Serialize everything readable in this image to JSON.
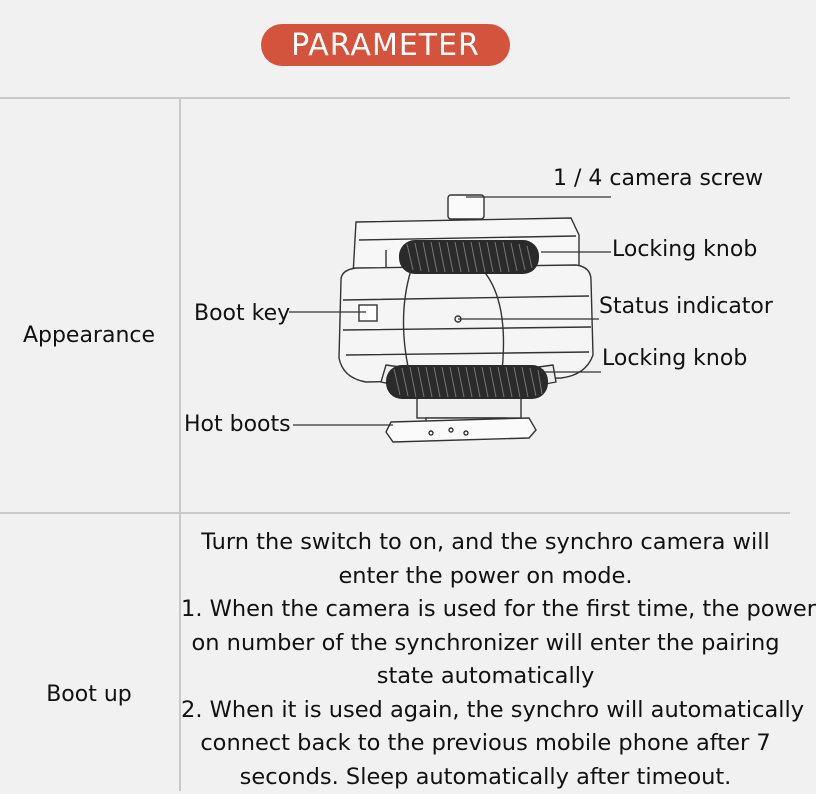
{
  "header": {
    "title": "PARAMETER"
  },
  "rows": [
    {
      "label": "Appearance",
      "callouts": {
        "camera_screw": "1 / 4 camera screw",
        "locking_knob_top": "Locking knob",
        "status_indicator": "Status indicator",
        "locking_knob_bottom": "Locking knob",
        "boot_key": "Boot key",
        "hot_boots": "Hot boots"
      }
    },
    {
      "label": "Boot up",
      "lines": [
        "Turn the switch to on, and the synchro camera will",
        "enter the power on mode.",
        "1. When the camera is used for the first time, the power",
        "on number of the synchronizer will enter the pairing",
        "state automatically",
        "2. When it is used again, the synchro will automatically",
        "connect back to the previous mobile phone after 7",
        "seconds. Sleep automatically after timeout."
      ]
    }
  ],
  "colors": {
    "badge": "#d4533d",
    "background": "#f1f1f1",
    "grid": "#c9c9c9"
  }
}
